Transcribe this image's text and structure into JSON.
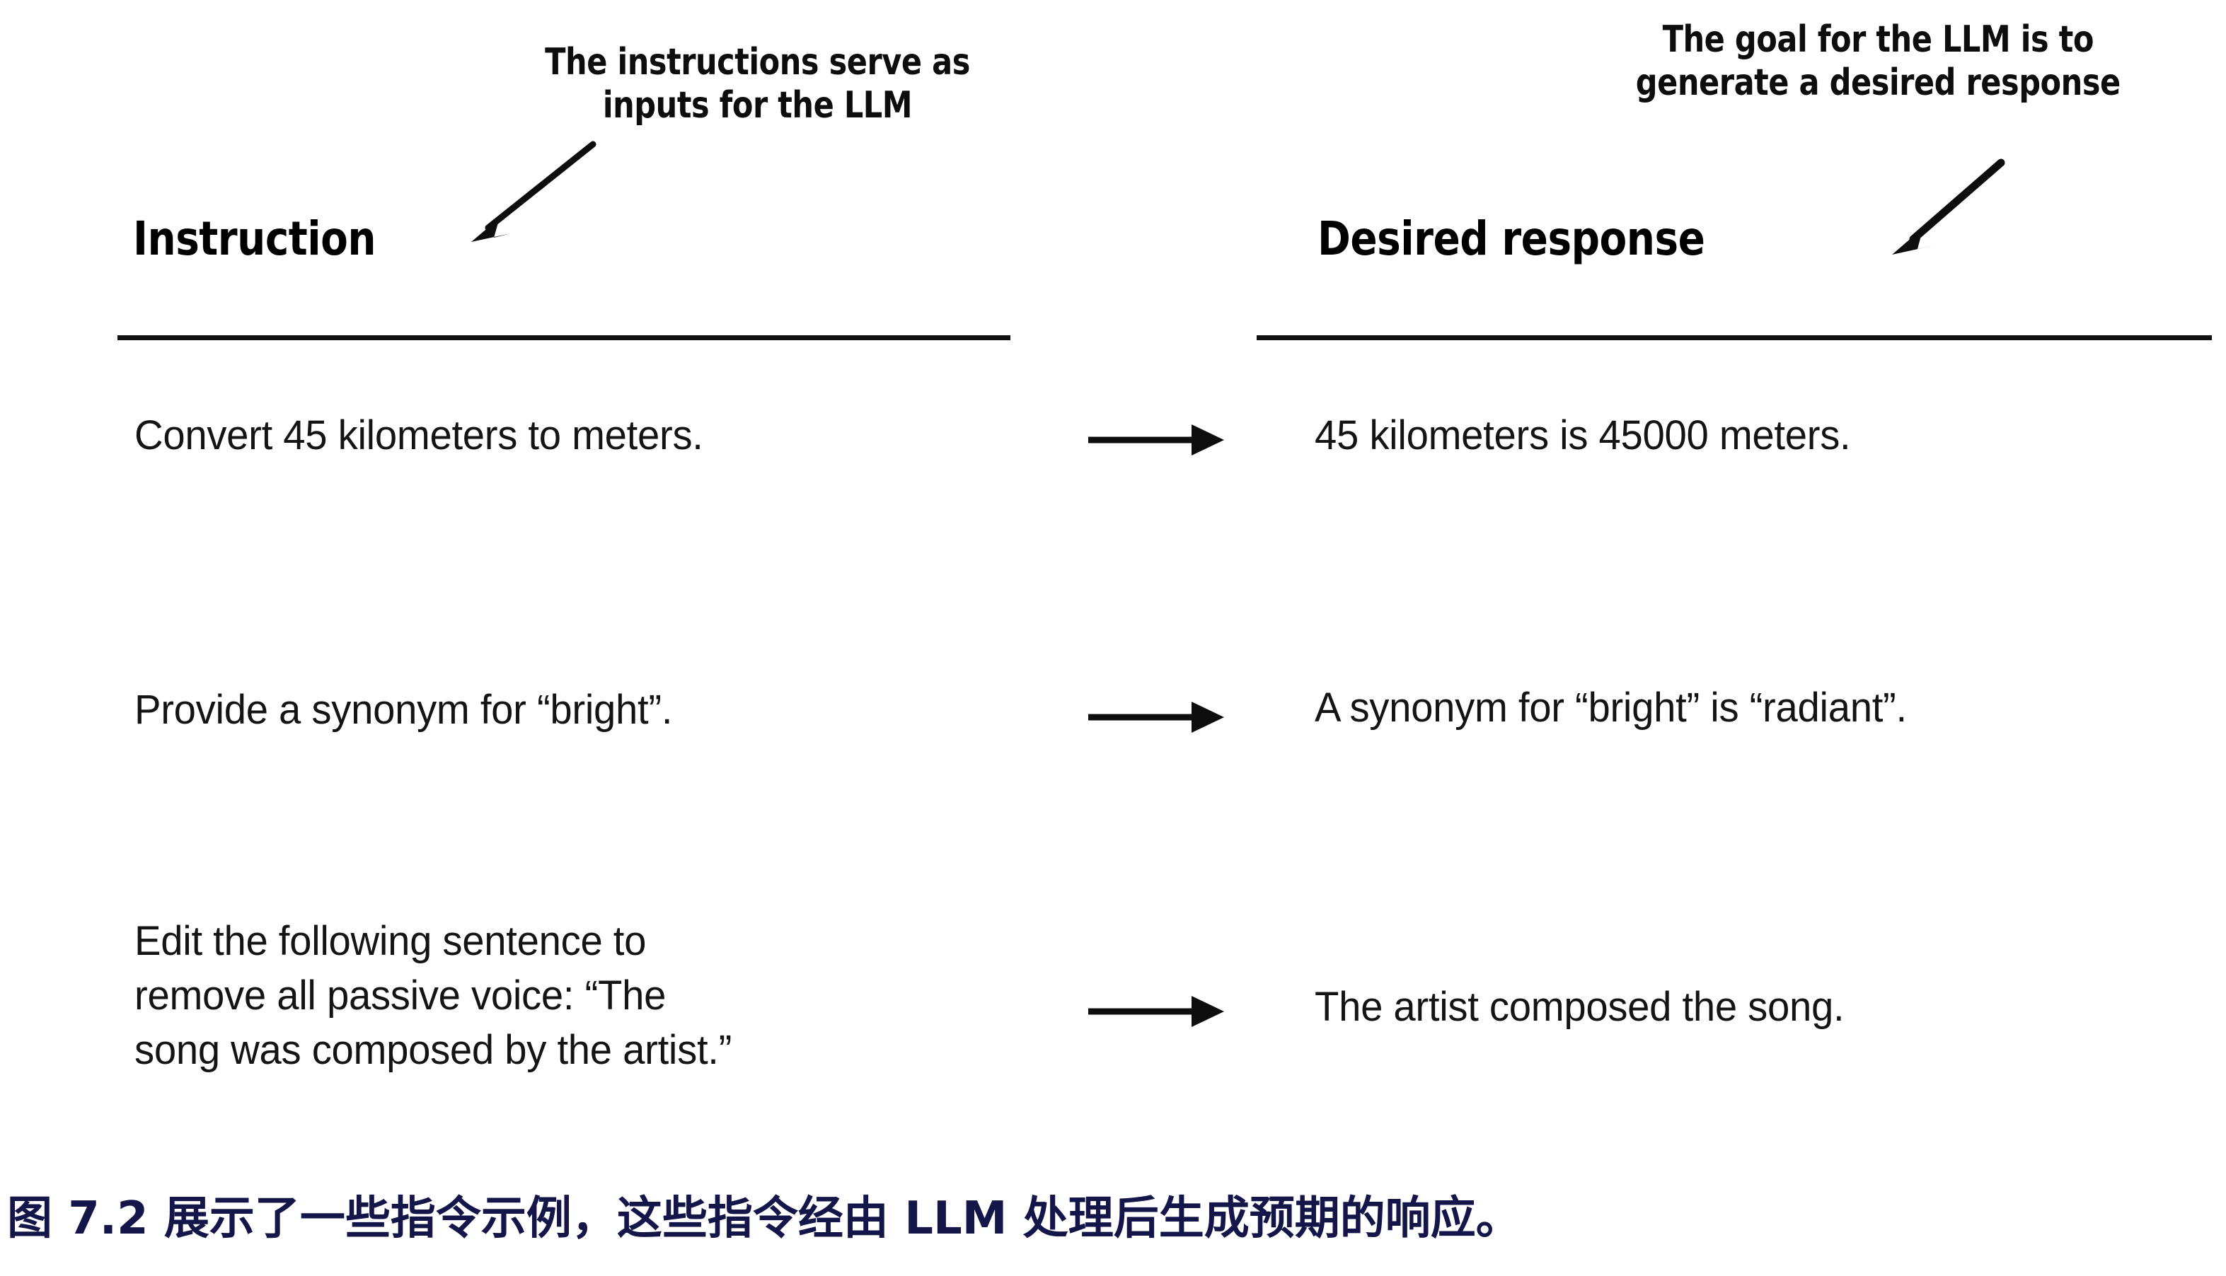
{
  "figure": {
    "annotations": {
      "left": {
        "line1": "The instructions serve as",
        "line2": "inputs for the LLM",
        "arrow_icon": "arrow-down-left-icon"
      },
      "right": {
        "line1": "The goal for the LLM is to",
        "line2": "generate a desired response",
        "arrow_icon": "arrow-down-left-icon"
      }
    },
    "columns": {
      "left_header": "Instruction",
      "right_header": "Desired response"
    },
    "rows": [
      {
        "instruction_lines": [
          "Convert 45 kilometers to meters."
        ],
        "arrow_icon": "arrow-right-icon",
        "response_lines": [
          "45 kilometers is 45000 meters."
        ]
      },
      {
        "instruction_lines": [
          "Provide a synonym for “bright”."
        ],
        "arrow_icon": "arrow-right-icon",
        "response_lines": [
          "A synonym for “bright” is “radiant”."
        ]
      },
      {
        "instruction_lines": [
          "Edit the following sentence to",
          "remove all passive voice: “The",
          "song was composed by the artist.”"
        ],
        "arrow_icon": "arrow-right-icon",
        "response_lines": [
          "The artist composed the song."
        ]
      }
    ],
    "caption": "图 7.2 展示了一些指令示例，这些指令经由 LLM 处理后生成预期的响应。",
    "colors": {
      "background": "#ffffff",
      "text": "#141414",
      "heading": "#000000",
      "rule": "#111111",
      "caption": "#14164a"
    }
  }
}
